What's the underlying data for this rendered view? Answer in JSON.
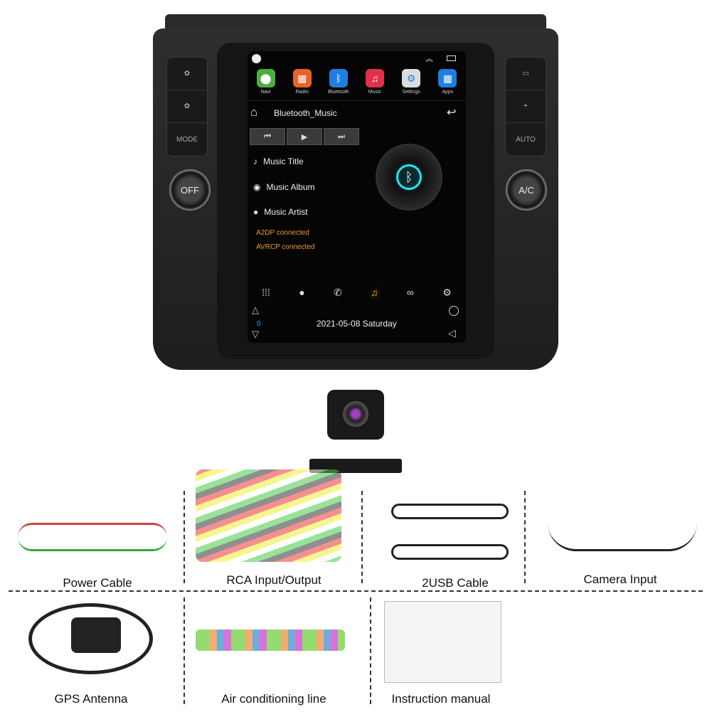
{
  "head_unit": {
    "left_buttons": [
      "fan-up",
      "fan-down",
      "MODE"
    ],
    "left_knob": "OFF",
    "right_buttons": [
      "defrost-rear",
      "defrost-front",
      "AUTO"
    ],
    "right_knob": "A/C"
  },
  "screen": {
    "apps": [
      {
        "label": "Navi",
        "icon": "map-pin-icon",
        "color": "#4caf3a"
      },
      {
        "label": "Radio",
        "icon": "radio-icon",
        "color": "#e8622a"
      },
      {
        "label": "Bluetooth",
        "icon": "bluetooth-icon",
        "color": "#1e7fe0"
      },
      {
        "label": "Music",
        "icon": "music-icon",
        "color": "#e0304a"
      },
      {
        "label": "Settings",
        "icon": "gear-icon",
        "color": "#d8dde2"
      },
      {
        "label": "Apps",
        "icon": "grid-icon",
        "color": "#1e7fe0"
      }
    ],
    "title": "Bluetooth_Music",
    "controls": [
      "⏮",
      "▶",
      "⏭"
    ],
    "track": {
      "title": "Music Title",
      "album": "Music Album",
      "artist": "Music Artist"
    },
    "status": [
      "A2DP connected",
      "AVRCP connected"
    ],
    "bottom_nav": [
      "dialpad-icon",
      "contacts-icon",
      "call-log-icon",
      "music-icon",
      "link-icon",
      "settings-icon"
    ],
    "active_nav": "music-icon",
    "accent": "#e89a2a",
    "volume": "0",
    "date": "2021-05-08  Saturday"
  },
  "accessories": [
    "Power Cable",
    "RCA Input/Output",
    "2USB Cable",
    "Camera Input",
    "GPS Antenna",
    "Air conditioning line",
    "Instruction manual"
  ]
}
